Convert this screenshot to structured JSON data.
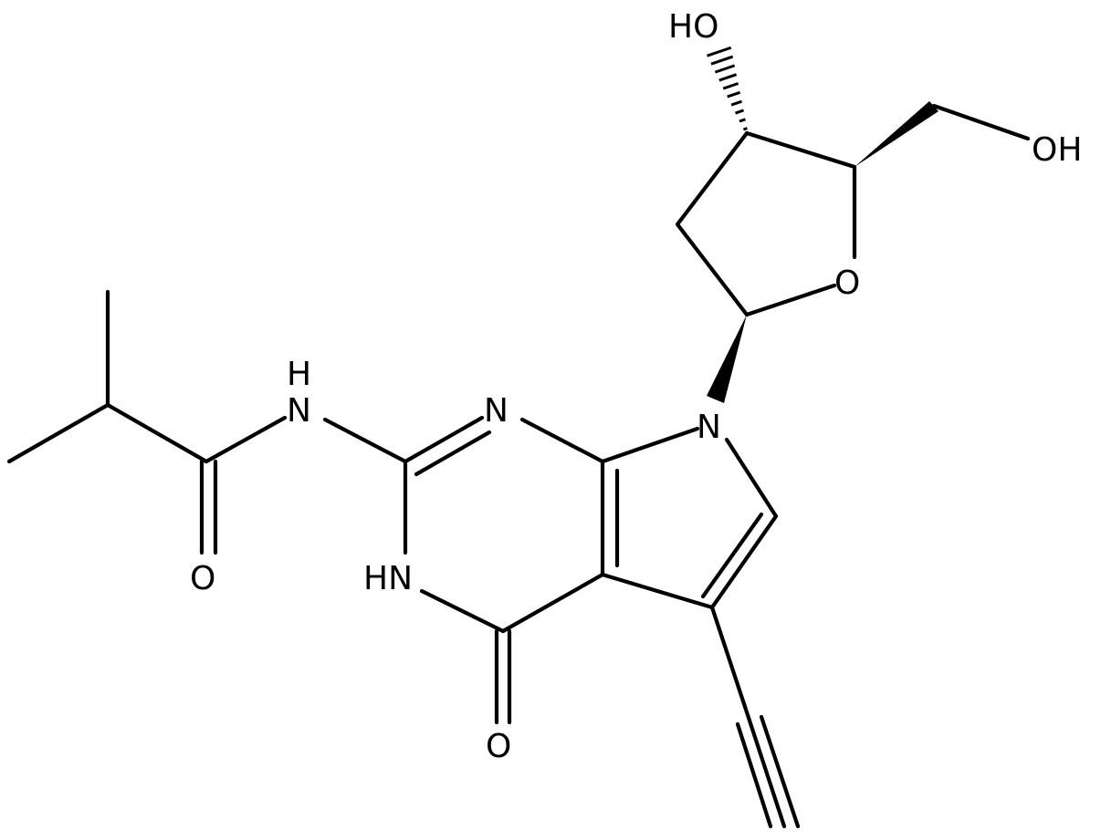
{
  "diagram": {
    "type": "chemical-structure",
    "atoms": {
      "ho_ring": "HO",
      "oh_methyl": "OH",
      "o_ring": "O",
      "n_amide_h": "H",
      "n_amide": "N",
      "n_pyrimidine": "N",
      "n_pyrrole": "N",
      "o_amide": "O",
      "hn_ring": "HN",
      "o_keto": "O"
    }
  }
}
